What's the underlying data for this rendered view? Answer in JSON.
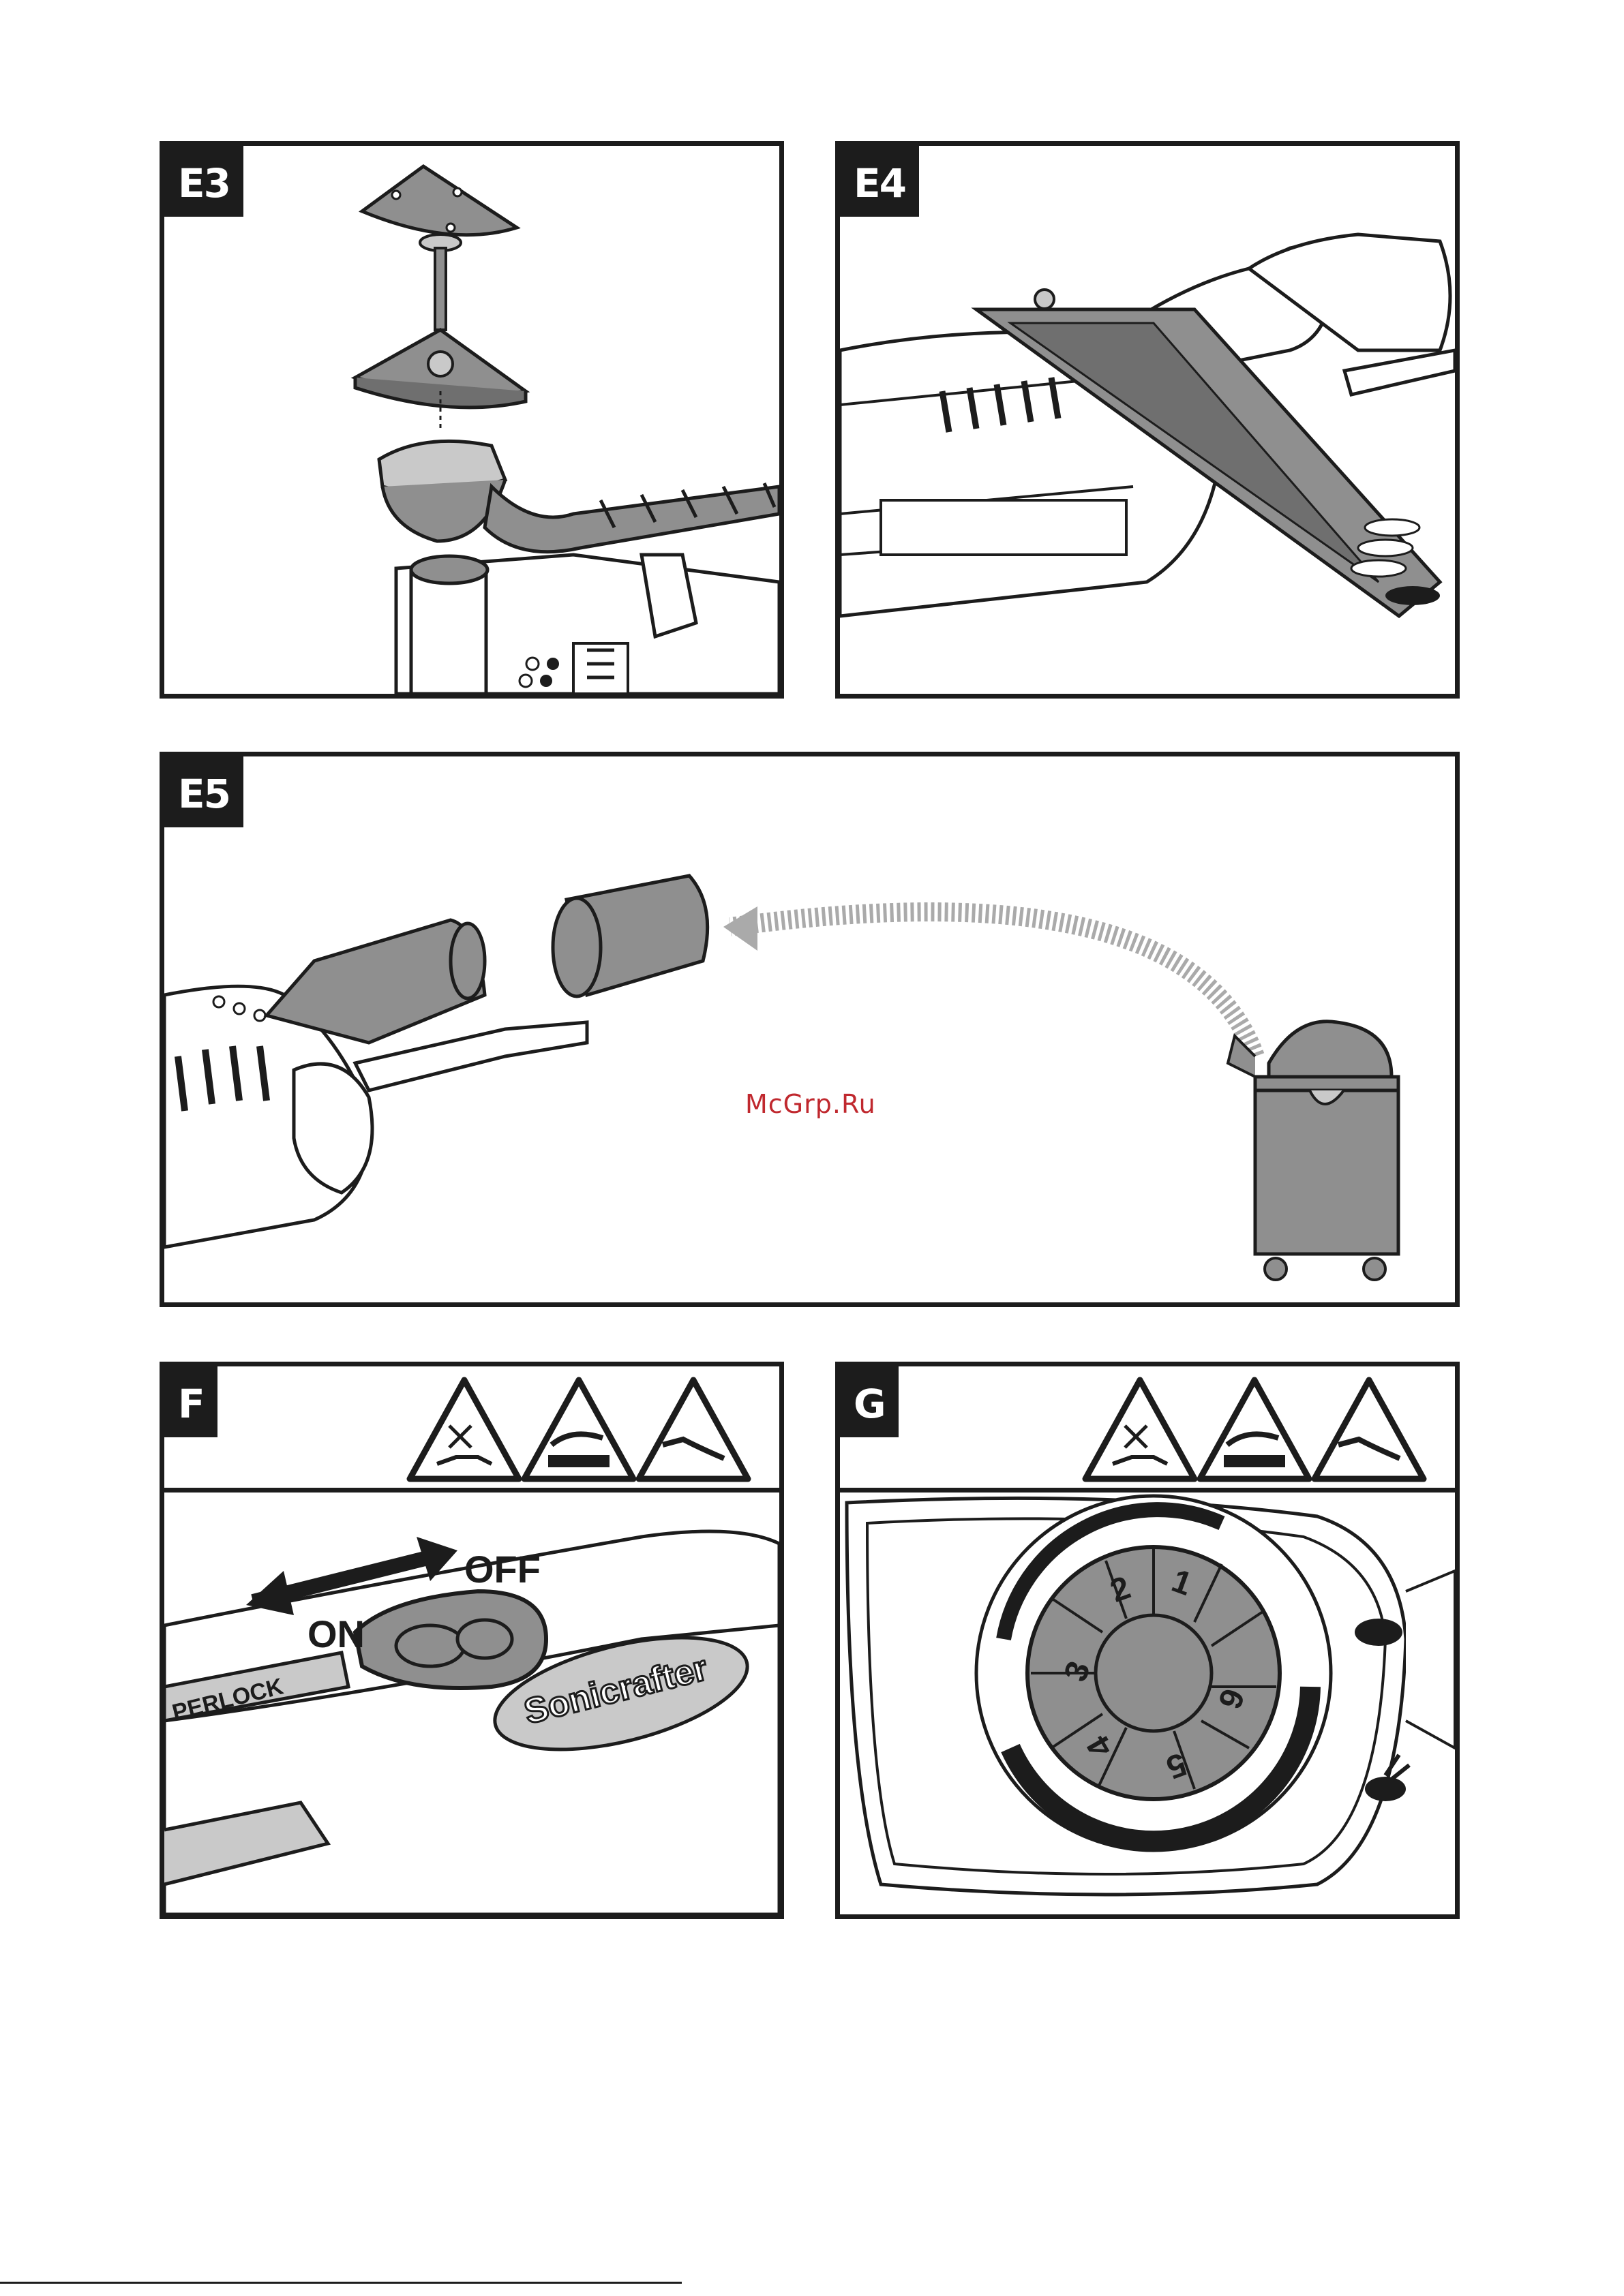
{
  "panels": {
    "e3": {
      "label": "E3"
    },
    "e4": {
      "label": "E4"
    },
    "e5": {
      "label": "E5"
    },
    "f": {
      "label": "F",
      "arrow_on": "ON",
      "arrow_off": "OFF",
      "brand_lock": "PERLOCK",
      "brand_name": "Sonicrafter"
    },
    "g": {
      "label": "G",
      "dial_numbers": [
        "1",
        "2",
        "3",
        "4",
        "5",
        "6"
      ]
    }
  },
  "watermark": "McGrp.Ru",
  "colors": {
    "ink": "#1c1c1c",
    "tool_gray": "#8f8f8f",
    "light_gray": "#c9c9c9",
    "watermark": "#c0282e"
  },
  "icons": [
    "no-water-plug-icon",
    "hot-surface-hand-icon",
    "hand-injury-icon"
  ]
}
